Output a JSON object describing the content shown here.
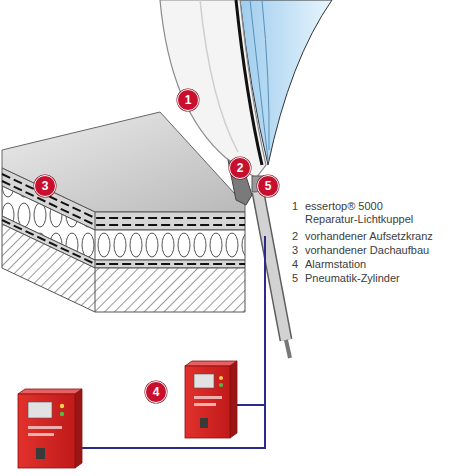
{
  "diagram": {
    "nodes": [
      {
        "text": [
          "1"
        ]
      },
      {
        "text": [
          "2"
        ]
      },
      {
        "text": [
          "5"
        ]
      },
      {
        "text": [
          "3"
        ]
      },
      {
        "text": [
          "4"
        ]
      }
    ],
    "labels": [
      "1",
      "essertop® 5000 Reparatur-Lichtkuppel",
      "2",
      "vorhandener Aufsetzkranz",
      "3",
      "vorhandener Dachaufbau",
      "4",
      "Alarmstation",
      "5",
      "Pneumatik-Zylinder"
    ]
  }
}
